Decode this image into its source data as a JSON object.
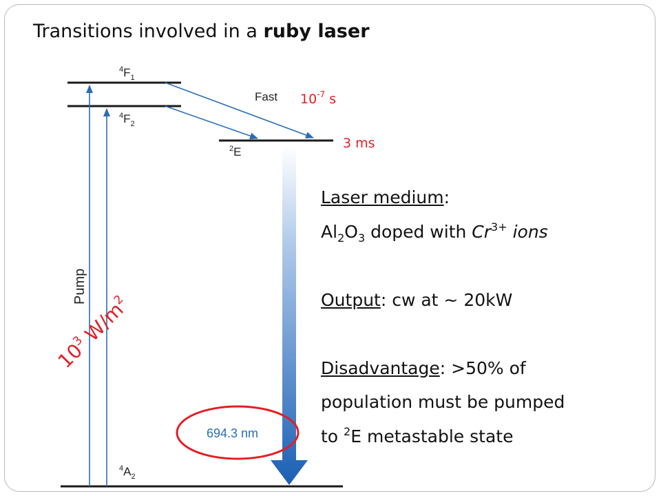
{
  "slide": {
    "title_normal": "Transitions involved in a ",
    "title_bold": "ruby laser"
  },
  "diagram": {
    "levels": [
      {
        "name": "4F1",
        "sup": "4",
        "base": "F",
        "sub": "1"
      },
      {
        "name": "4F2",
        "sup": "4",
        "base": "F",
        "sub": "2"
      },
      {
        "name": "2E",
        "sup": "2",
        "base": "E",
        "sub": ""
      },
      {
        "name": "4A2",
        "sup": "4",
        "base": "A",
        "sub": "2"
      }
    ],
    "fast_label": "Fast",
    "fast_time_base": "10",
    "fast_time_exp": "-7",
    "fast_time_unit": " s",
    "lifetime_label": "3 ms",
    "pump_label": "Pump",
    "flux_base": "10",
    "flux_exp": "3",
    "flux_unit": " W/m",
    "flux_unit_exp": "2",
    "wavelength_label": "694.3 nm"
  },
  "info": {
    "medium_heading": "Laser medium",
    "colon": ":",
    "medium_al": "Al",
    "medium_al_sub": "2",
    "medium_o": "O",
    "medium_o_sub": "3",
    "medium_doped": " doped with ",
    "medium_cr": "Cr",
    "medium_cr_sup": "3+",
    "medium_ions": " ions",
    "output_heading": "Output",
    "output_text": ":  cw at ~ 20kW",
    "disadvantage_heading": "Disadvantage",
    "disadvantage_text": ": >50% of",
    "disadvantage_line2": "population must be pumped",
    "disadvantage_line3_a": "to ",
    "disadvantage_line3_sup": "2",
    "disadvantage_line3_b": "E metastable state"
  },
  "colors": {
    "accent_red": "#e31e24",
    "arrow_blue": "#2a6db5",
    "level_black": "#1a1a1a"
  }
}
